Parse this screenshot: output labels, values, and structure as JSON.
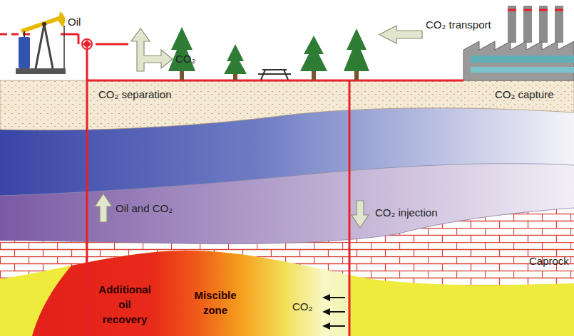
{
  "diagram": {
    "labels": [
      "Oil",
      "CO₂",
      "CO₂ transport",
      "CO₂ separation",
      "CO₂ capture",
      "Oil and CO₂",
      "CO₂ injection",
      "Caprock",
      "Additional oil recovery",
      "Miscible zone",
      "CO₂"
    ]
  }
}
